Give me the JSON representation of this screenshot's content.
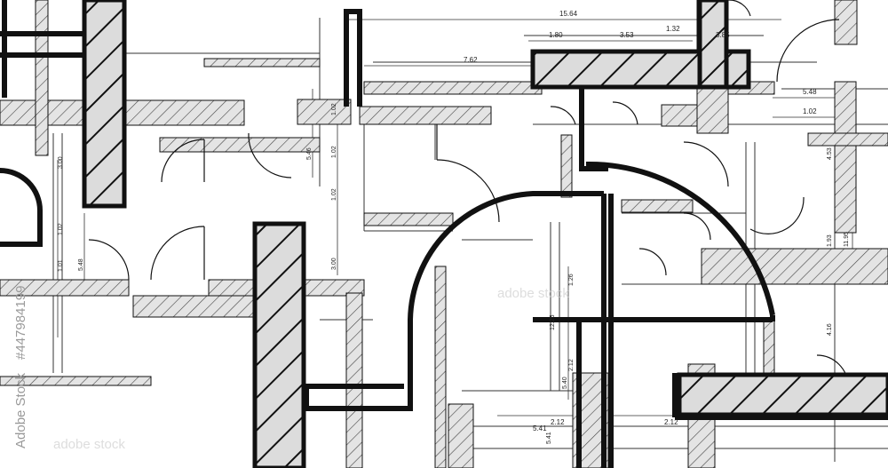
{
  "drawing": {
    "dimensions_horizontal": [
      "15.64",
      "1.80",
      "3.53",
      "1.32",
      "3.85",
      "7.62",
      "5.48",
      "1.02",
      "2.12",
      "2.12",
      "5.41"
    ],
    "dimensions_vertical": [
      "1.02",
      "1.02",
      "1.02",
      "5.46",
      "3.00",
      "5.48",
      "1.01",
      "1.02",
      "3.00",
      "5.40",
      "4.53",
      "11.95",
      "1.93",
      "4.16",
      "5.41",
      "2.12",
      "12.25",
      "1.26"
    ],
    "watermark_text": "adobe stock",
    "stock_id": "#447984199",
    "stock_label": "Adobe Stock"
  }
}
